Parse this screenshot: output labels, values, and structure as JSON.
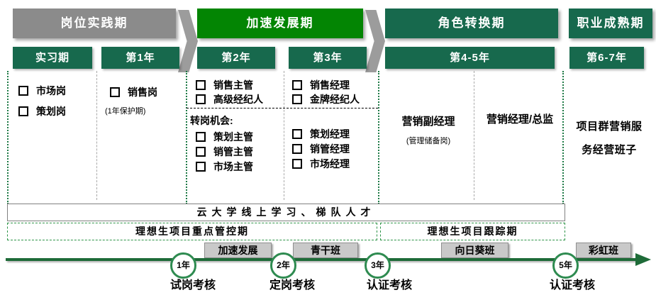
{
  "palette": {
    "stage_gray": "#8b8b8b",
    "stage_bright_green": "#038503",
    "stage_dark_green": "#17694d",
    "timeline_green": "#1e6b38",
    "circle_ring_green": "#2e8b50",
    "band_dashed_green": "#2e9448",
    "program_box_gray": "#c9c9c9"
  },
  "stage_headers": [
    {
      "label": "岗位实践期"
    },
    {
      "label": "加速发展期"
    },
    {
      "label": "角色转换期"
    },
    {
      "label": "职业成熟期"
    }
  ],
  "period_headers": [
    "实习期",
    "第1年",
    "第2年",
    "第3年",
    "第4-5年",
    "第6-7年"
  ],
  "intern_col": {
    "items": [
      "市场岗",
      "策划岗"
    ]
  },
  "year1_col": {
    "items": [
      "销售岗"
    ],
    "note": "(1年保护期)"
  },
  "year2_col": {
    "items": [
      "销售主管",
      "高级经纪人"
    ],
    "transfer_heading": "转岗机会:",
    "transfer_items": [
      "策划主管",
      "销管主管",
      "市场主管"
    ]
  },
  "year3_col": {
    "items": [
      "销售经理",
      "金牌经纪人"
    ],
    "transfer_items": [
      "策划经理",
      "销管经理",
      "市场经理"
    ]
  },
  "year45_col": {
    "primary": "营销副经理",
    "note": "(管理储备岗)",
    "secondary": "营销经理/总监"
  },
  "year67_col": {
    "role": "项目群营销服务经营班子"
  },
  "bands": {
    "online_learning": "云大学线上学习、梯队人才",
    "key_control": "理想生项目重点管控期",
    "tracking": "理想生项目跟踪期"
  },
  "programs": [
    "加速发展",
    "青干班",
    "向日葵班",
    "彩虹班"
  ],
  "milestones": [
    {
      "year": "1年",
      "label": "试岗考核"
    },
    {
      "year": "2年",
      "label": "定岗考核"
    },
    {
      "year": "3年",
      "label": "认证考核"
    },
    {
      "year": "5年",
      "label": "认证考核"
    }
  ]
}
